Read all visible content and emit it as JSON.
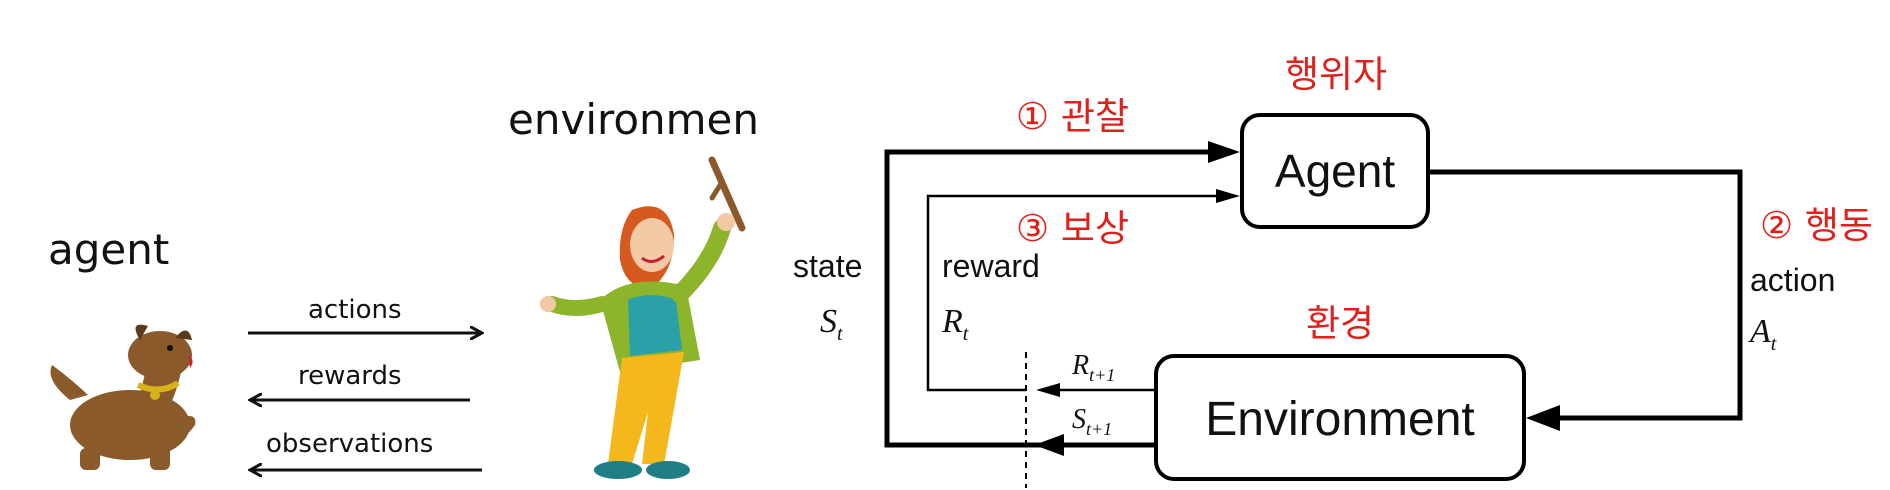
{
  "left": {
    "agent_label": "agent",
    "environment_label": "environmen",
    "actions_label": "actions",
    "rewards_label": "rewards",
    "observations_label": "observations"
  },
  "right": {
    "agent_box": "Agent",
    "environment_box": "Environment",
    "state_label": "state",
    "state_symbol": "S",
    "state_sub": "t",
    "reward_label": "reward",
    "reward_symbol": "R",
    "reward_sub": "t",
    "action_label": "action",
    "action_symbol": "A",
    "action_sub": "t",
    "next_reward_symbol": "R",
    "next_reward_sub": "t+1",
    "next_state_symbol": "S",
    "next_state_sub": "t+1"
  },
  "annotations": {
    "actor": "행위자",
    "observe": "① 관찰",
    "reward": "③ 보상",
    "act": "② 행동",
    "environment": "환경",
    "color": "#e0201b"
  }
}
